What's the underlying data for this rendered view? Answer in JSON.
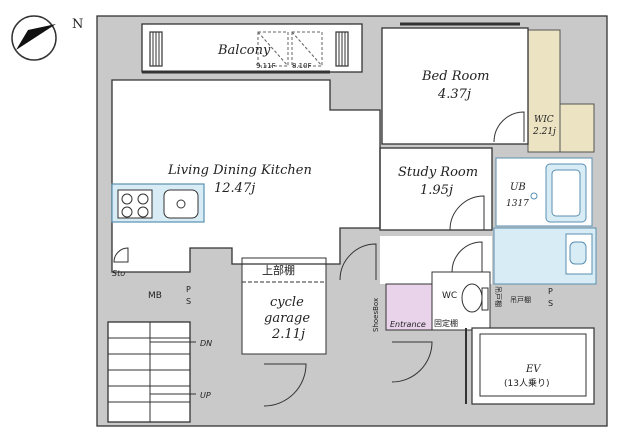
{
  "compass": {
    "north_label": "N"
  },
  "rooms": {
    "balcony": {
      "name": "Balcony"
    },
    "bed_room": {
      "name": "Bed Room",
      "size": "4.37j"
    },
    "wic": {
      "name": "WIC",
      "size": "2.21j"
    },
    "ldk": {
      "name": "Living Dining Kitchen",
      "size": "12.47j"
    },
    "study_room": {
      "name": "Study Room",
      "size": "1.95j"
    },
    "ub": {
      "name": "UB",
      "size": "1317"
    },
    "cycle_garage": {
      "name_line1": "cycle",
      "name_line2": "garage",
      "size": "2.11j",
      "shelf": "上部棚"
    },
    "wc": {
      "name": "WC",
      "shelf_tag": "吊戸棚",
      "cabinet_tag": "吊戸棚"
    },
    "ev": {
      "name": "EV",
      "capacity": "(13人乗り)"
    }
  },
  "labels": {
    "sto": "Sto",
    "mb": "MB",
    "ps_left": "P\nS",
    "ps_left_top": "P",
    "ps_left_bottom": "S",
    "ps_right_top": "P",
    "ps_right_bottom": "S",
    "shoes_box": "ShoesBox",
    "entrance": "Entrance",
    "fixed_shelf": "固定棚",
    "dn": "DN",
    "up": "UP",
    "aircon_1": "9.11F",
    "aircon_2": "8.10F"
  },
  "colors": {
    "wall": "#c9c9c9",
    "wall_dark": "#a8a8a8",
    "water_fill": "#d8ecf6",
    "water_stroke": "#5a8fb0",
    "wic_fill": "#ece3c2",
    "entrance_fill": "#e8d3ea",
    "line": "#333333"
  }
}
